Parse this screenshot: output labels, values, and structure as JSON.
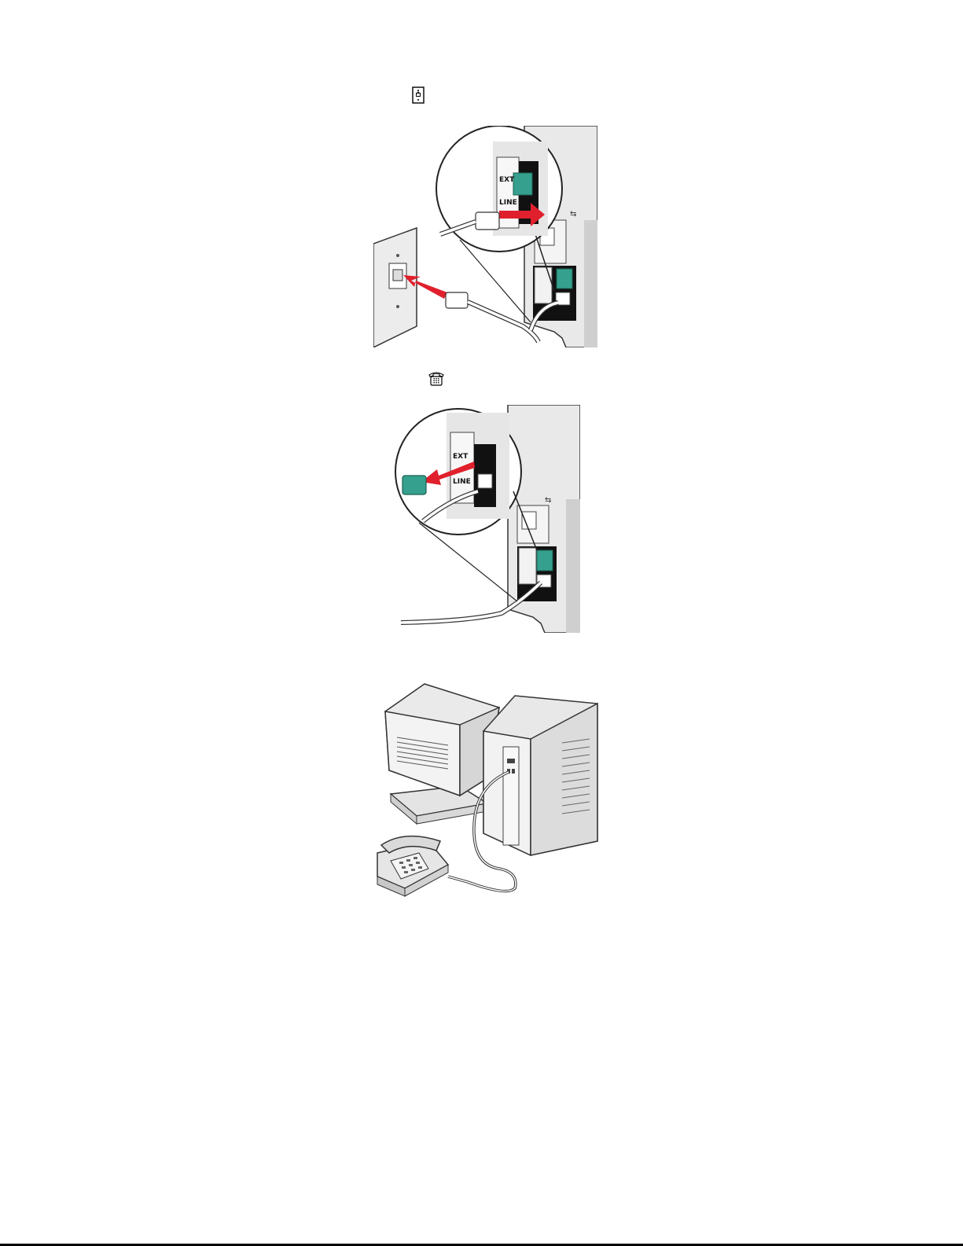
{
  "page": {
    "step1_icon": "line-port-icon",
    "step2_icon": "telephone-port-icon",
    "figure1": {
      "name": "wall-jack-to-line-port-illustration",
      "port_labels": [
        "EXT",
        "LINE"
      ],
      "arrow_color": "#e0202c",
      "plug_color": "#35a08e"
    },
    "figure2": {
      "name": "remove-ext-plug-illustration",
      "port_labels": [
        "EXT",
        "LINE"
      ],
      "arrow_color": "#e0202c",
      "plug_color": "#35a08e"
    },
    "figure3": {
      "name": "computer-and-telephone-illustration"
    }
  }
}
